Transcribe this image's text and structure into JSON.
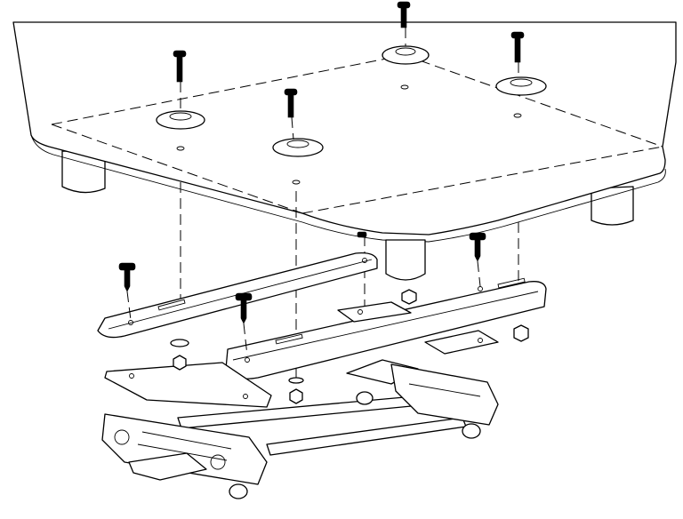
{
  "diagram": {
    "description_visible_text": "",
    "parts": [
      {
        "name": "seat-pan"
      },
      {
        "name": "top-screws",
        "count": 4
      },
      {
        "name": "cup-washers",
        "count": 4
      },
      {
        "name": "support-legs",
        "count": 3
      },
      {
        "name": "slide-brackets",
        "count": 2
      },
      {
        "name": "flat-plates",
        "count": 2
      },
      {
        "name": "bracket-screws",
        "count": 4
      },
      {
        "name": "hex-nuts",
        "count": 4
      },
      {
        "name": "slider-frame"
      }
    ]
  }
}
